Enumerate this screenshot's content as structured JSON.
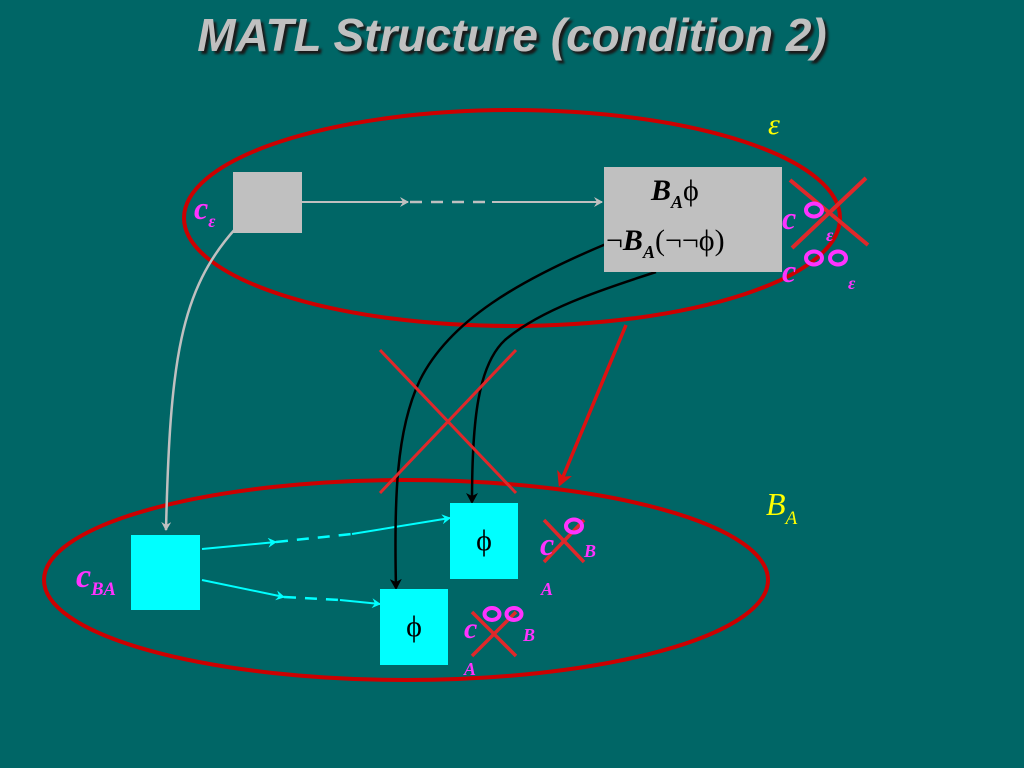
{
  "title": "MATL Structure (condition 2)",
  "labels": {
    "epsilon_context": "ε",
    "ba_context_main": "B",
    "ba_context_sub": "A",
    "c_eps_main": "c",
    "c_eps_sub": "ε",
    "c_ba_main": "c",
    "c_ba_sub": "BA",
    "crossed_top_1_main": "c",
    "crossed_top_1_sub": "ε",
    "crossed_top_2_main": "c",
    "crossed_top_2_sub": "ε",
    "crossed_low_1_main": "c",
    "crossed_low_1_sub_top": "B",
    "crossed_low_1_sub_bot": "A",
    "crossed_low_2_main": "c",
    "crossed_low_2_sub_top": "B",
    "crossed_low_2_sub_bot": "A"
  },
  "formulas": {
    "line1_b": "B",
    "line1_a": "A",
    "line1_phi": "ϕ",
    "line2_neg": "¬",
    "line2_b": "B",
    "line2_a": "A",
    "line2_rest": "(¬¬ϕ)"
  },
  "boxes": {
    "phi_upper": "ϕ",
    "phi_lower": "ϕ"
  },
  "colors": {
    "background": "#006666",
    "ellipse": "#cc0000",
    "cross": "#e0282a",
    "cyan": "#00ffff",
    "gray": "#c0c0c0",
    "magenta": "#ff33ff",
    "yellow": "#ffff00"
  }
}
